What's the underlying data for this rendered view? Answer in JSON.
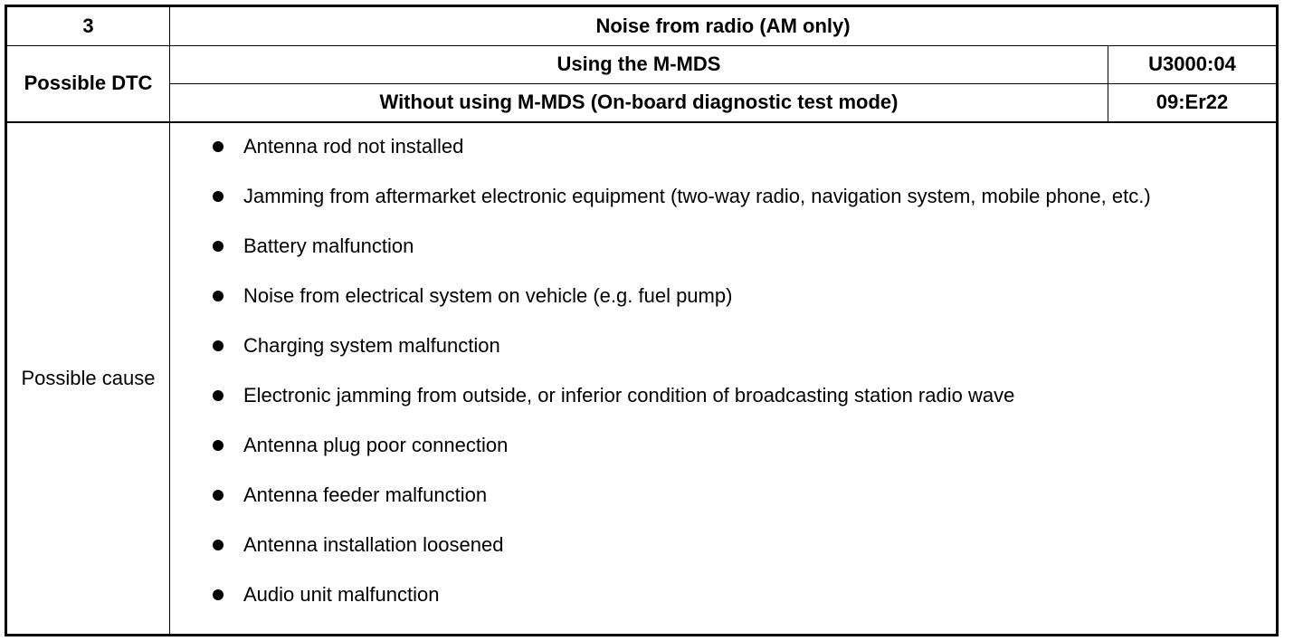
{
  "table": {
    "number": "3",
    "title": "Noise from radio (AM only)",
    "dtc": {
      "label": "Possible DTC",
      "rows": [
        {
          "method": "Using the M-MDS",
          "code": "U3000:04"
        },
        {
          "method": "Without using M-MDS (On-board diagnostic test mode)",
          "code": "09:Er22"
        }
      ]
    },
    "causes": {
      "label": "Possible cause",
      "items": [
        "Antenna rod not installed",
        "Jamming from aftermarket electronic equipment (two-way radio, navigation system, mobile phone, etc.)",
        "Battery malfunction",
        "Noise from electrical system on vehicle (e.g. fuel pump)",
        "Charging system malfunction",
        "Electronic jamming from outside, or inferior condition of broadcasting station radio wave",
        "Antenna plug poor connection",
        "Antenna feeder malfunction",
        "Antenna installation loosened",
        "Audio unit malfunction"
      ]
    }
  }
}
